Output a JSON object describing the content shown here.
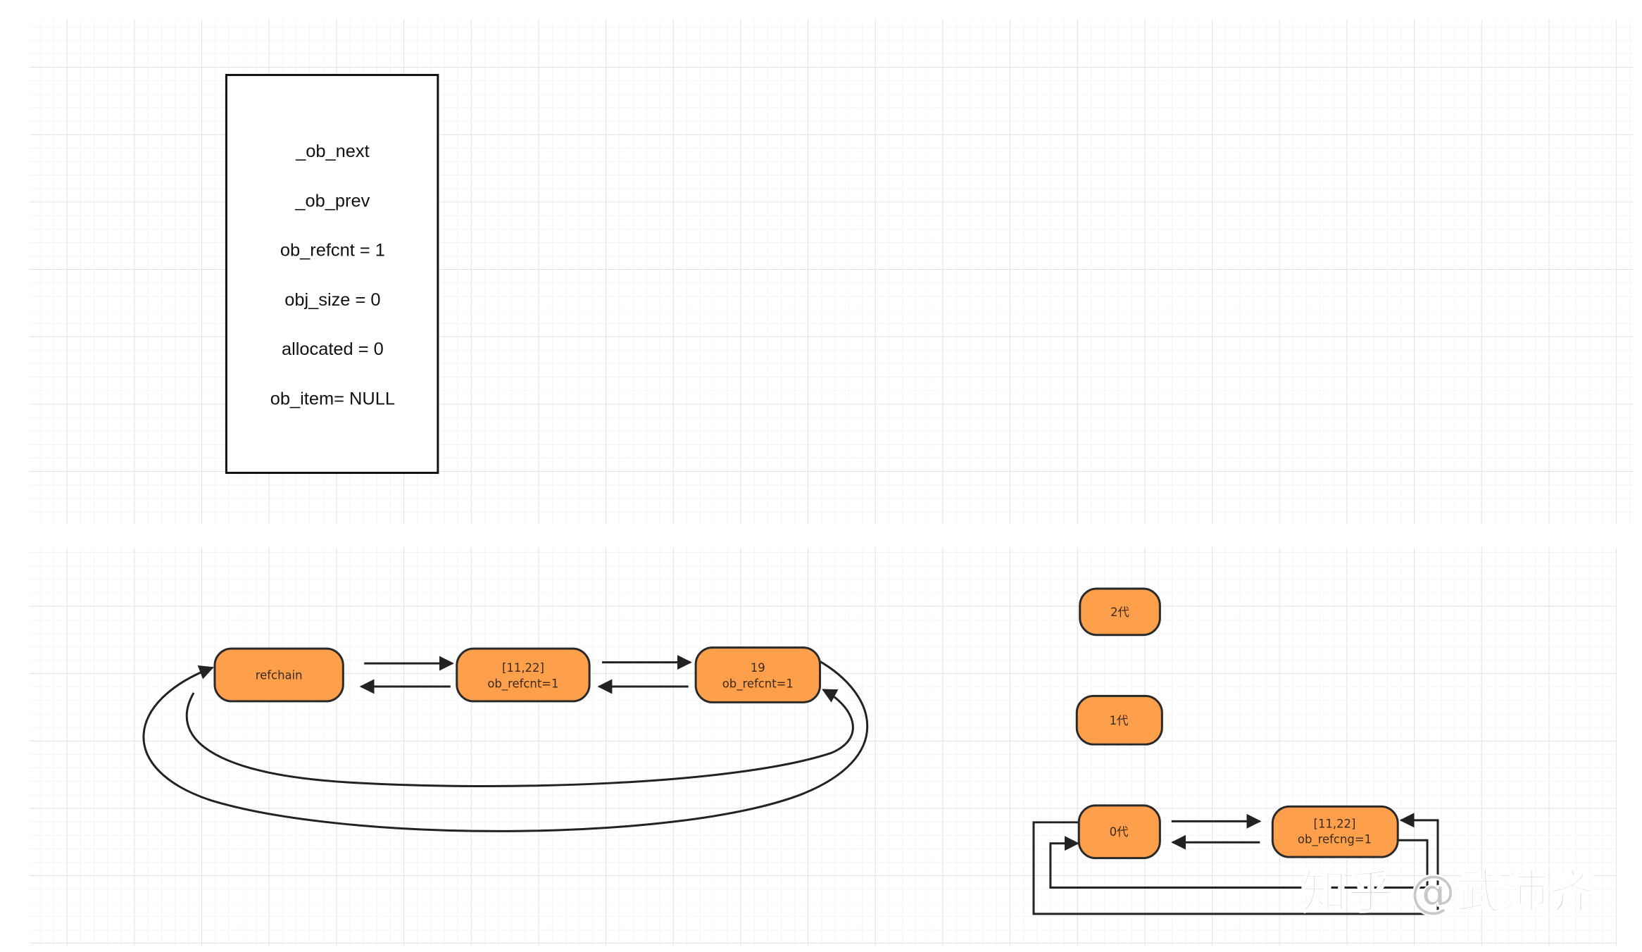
{
  "struct_box": {
    "fields": [
      "_ob_next",
      "_ob_prev",
      "ob_refcnt = 1",
      "obj_size = 0",
      "allocated = 0",
      "ob_item= NULL"
    ]
  },
  "refchain_diagram": {
    "nodes": [
      {
        "line1": "refchain",
        "line2": ""
      },
      {
        "line1": "[11,22]",
        "line2": "ob_refcnt=1"
      },
      {
        "line1": "19",
        "line2": "ob_refcnt=1"
      }
    ]
  },
  "generation_diagram": {
    "gen2": "2代",
    "gen1": "1代",
    "gen0": "0代",
    "obj": {
      "line1": "[11,22]",
      "line2": "ob_refcng=1"
    }
  },
  "watermark": "知乎 @武沛齐",
  "colors": {
    "node_fill": "#fe9f4c",
    "grid": "#e4e4e4"
  }
}
